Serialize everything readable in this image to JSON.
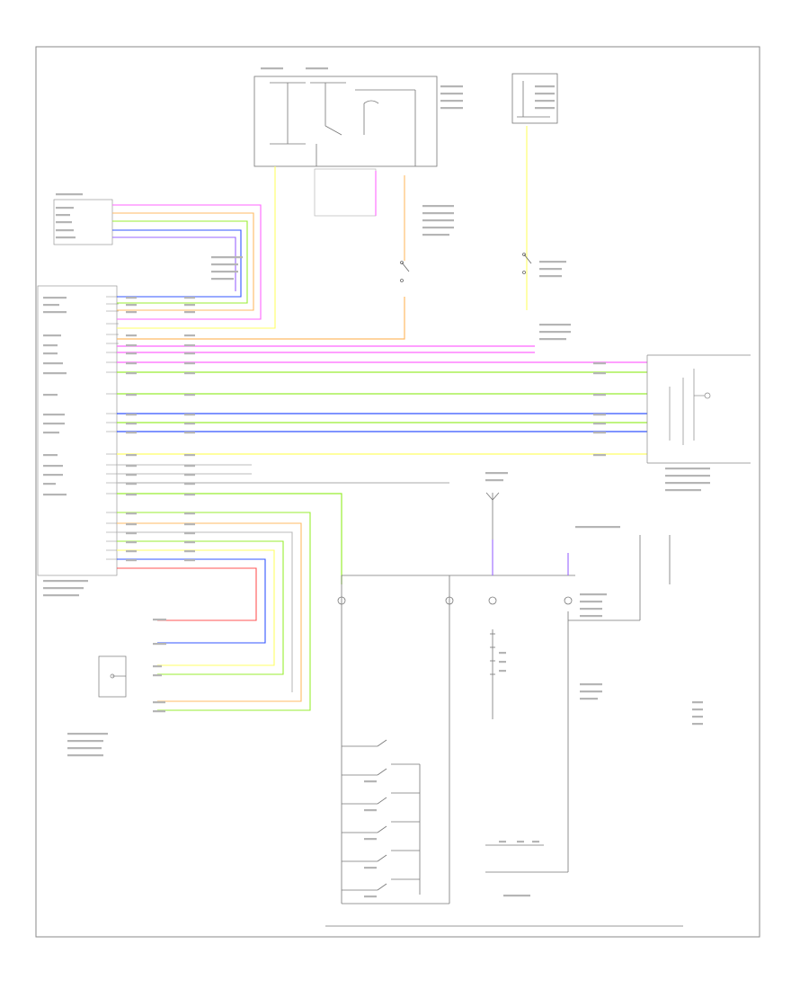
{
  "figure": {
    "id": "",
    "background": "#ffffff",
    "frame_color": "#8a8a8a"
  },
  "wire_colors": {
    "pink": "#ff66ff",
    "green": "#99ee33",
    "blue": "#3355ff",
    "yellow": "#ffff66",
    "orange": "#ffbb66",
    "brown": "#cc9966",
    "red": "#ff5555",
    "gray": "#bbbbbb",
    "purple": "#9966ff"
  },
  "labels": [],
  "components": [
    {
      "name": "powertrain-control-module",
      "kind": "module"
    },
    {
      "name": "fuse-box",
      "kind": "fuse-block"
    },
    {
      "name": "steering-column-switch",
      "kind": "connector-block"
    },
    {
      "name": "ignition-lock-cylinder",
      "kind": "switch-assembly"
    },
    {
      "name": "brake-pedal-switch",
      "kind": "switch"
    },
    {
      "name": "clutch-pedal-switch",
      "kind": "switch"
    },
    {
      "name": "steering-wheel-switches",
      "kind": "switch-ladder"
    }
  ]
}
